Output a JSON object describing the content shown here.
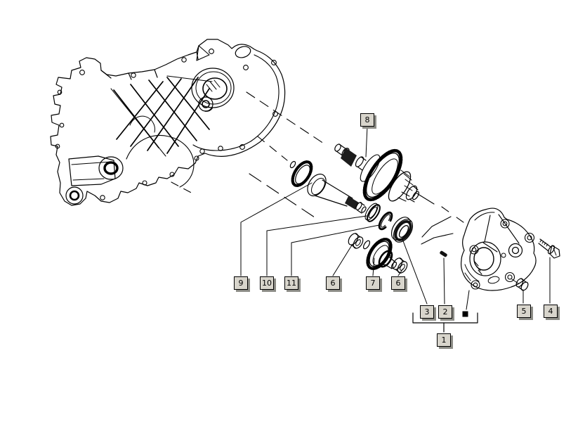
{
  "figure": {
    "type": "exploded-parts-diagram",
    "background_color": "#ffffff",
    "line_color": "#000000",
    "callout_style": {
      "bg": "#d8d5cc",
      "border": "#000000",
      "shadow": "#8d8d87",
      "text_color": "#000000"
    }
  },
  "callouts": [
    {
      "label": "8"
    },
    {
      "label": "9"
    },
    {
      "label": "10"
    },
    {
      "label": "11"
    },
    {
      "label": "6"
    },
    {
      "label": "7"
    },
    {
      "label": "6"
    },
    {
      "label": "3"
    },
    {
      "label": "2"
    },
    {
      "label": "1"
    },
    {
      "label": "5"
    },
    {
      "label": "4"
    }
  ]
}
